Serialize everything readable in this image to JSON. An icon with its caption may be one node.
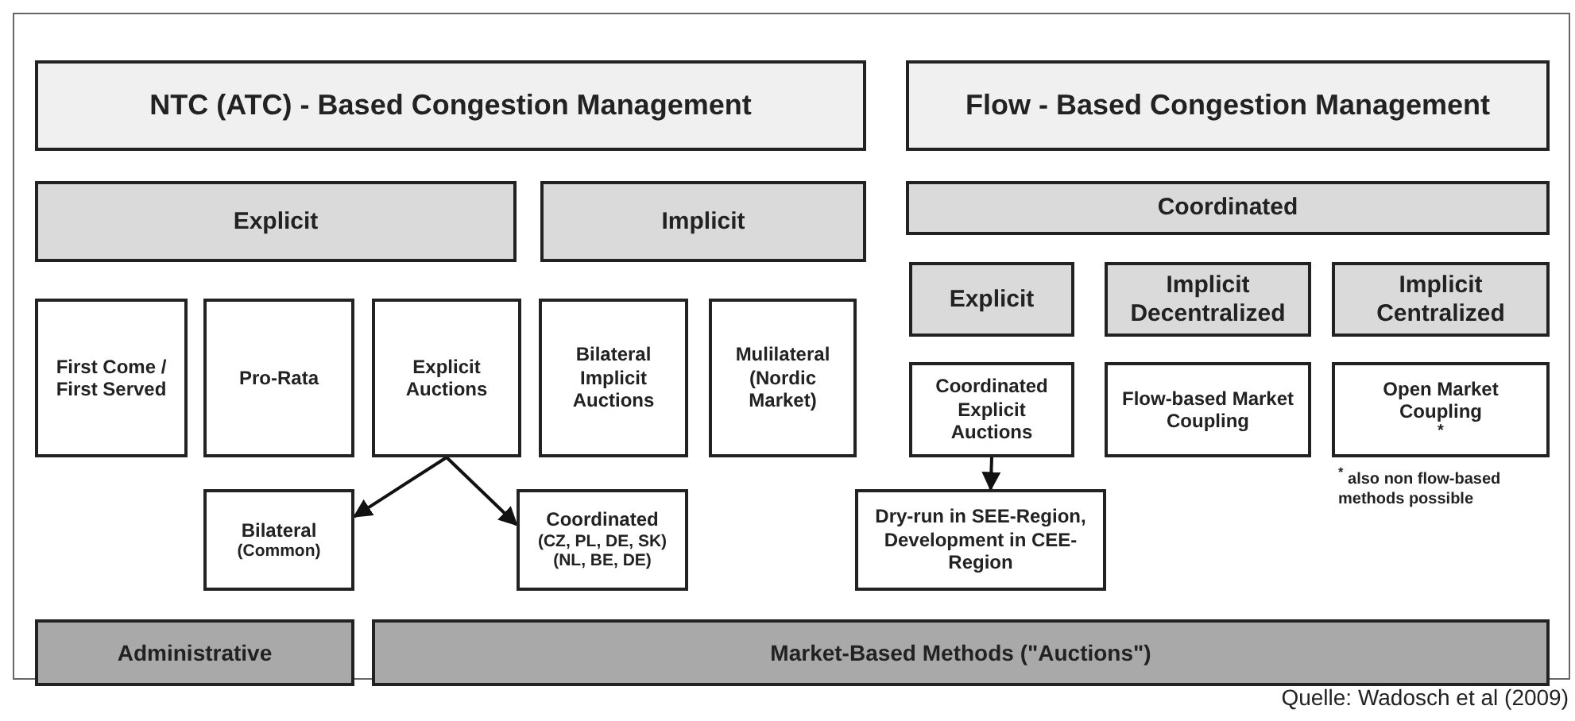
{
  "diagram": {
    "caption": "Quelle: Wadosch et al (2009)",
    "nodes": [
      {
        "text": [
          "NTC (ATC) - Based Congestion Management"
        ]
      },
      {
        "text": [
          "Flow - Based Congestion Management"
        ]
      },
      {
        "text": [
          "Explicit"
        ]
      },
      {
        "text": [
          "Implicit"
        ]
      },
      {
        "text": [
          "Coordinated"
        ]
      },
      {
        "text": [
          "First Come / First Served"
        ]
      },
      {
        "text": [
          "Pro-Rata"
        ]
      },
      {
        "text": [
          "Explicit Auctions"
        ]
      },
      {
        "text": [
          "Bilateral Implicit Auctions"
        ]
      },
      {
        "text": [
          "Mulilateral (Nordic Market)"
        ]
      },
      {
        "text": [
          "Explicit"
        ]
      },
      {
        "text": [
          "Implicit Decentralized"
        ]
      },
      {
        "text": [
          "Implicit Centralized"
        ]
      },
      {
        "text": [
          "Coordinated Explicit Auctions"
        ]
      },
      {
        "text": [
          "Flow-based Market Coupling"
        ]
      },
      {
        "text": [
          "Open Market Coupling$^{*}$"
        ]
      },
      {
        "text": [
          "Bilateral",
          "(Common)"
        ]
      },
      {
        "text": [
          "Coordinated",
          "(CZ, PL, DE, SK) (NL, BE, DE)"
        ]
      },
      {
        "text": [
          "Dry-run in SEE-Region, Development in CEE-Region"
        ]
      },
      {
        "text": [
          "Administrative"
        ]
      },
      {
        "text": [
          "Market-Based Methods (\"Auctions\")"
        ]
      }
    ],
    "edges": [
      {
        "from": 7,
        "to": 16,
        "arrow": "to"
      },
      {
        "from": 7,
        "to": 17,
        "arrow": "to"
      },
      {
        "from": 13,
        "to": 18,
        "arrow": "to"
      }
    ],
    "labels": [
      "$^{*}$ also non flow-based methods possible"
    ]
  }
}
